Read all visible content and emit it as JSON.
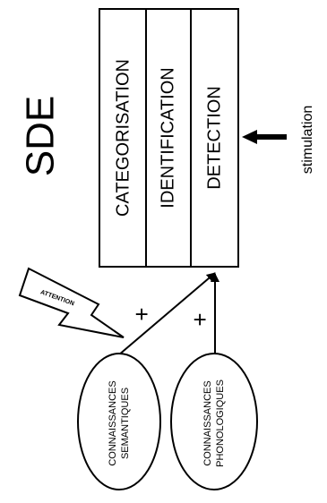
{
  "title": "SDE",
  "stages": [
    {
      "id": "categorisation",
      "label": "CATEGORISATION"
    },
    {
      "id": "identification",
      "label": "IDENTIFICATION"
    },
    {
      "id": "detection",
      "label": "DETECTION"
    }
  ],
  "stimulation": {
    "label": "stimulation"
  },
  "attention": {
    "label": "ATTENTION"
  },
  "knowledge": [
    {
      "id": "semantic",
      "line1": "CONNAISSANCES",
      "line2": "SEMANTIQUES",
      "sign": "+"
    },
    {
      "id": "phonologic",
      "line1": "CONNAISSANCES",
      "line2": "PHONOLOGIQUES",
      "sign": "+"
    }
  ],
  "colors": {
    "stroke": "#000000",
    "background": "#ffffff"
  },
  "icons": {
    "attention": "lightning-bolt-icon",
    "stimulation": "arrow-left-icon"
  }
}
